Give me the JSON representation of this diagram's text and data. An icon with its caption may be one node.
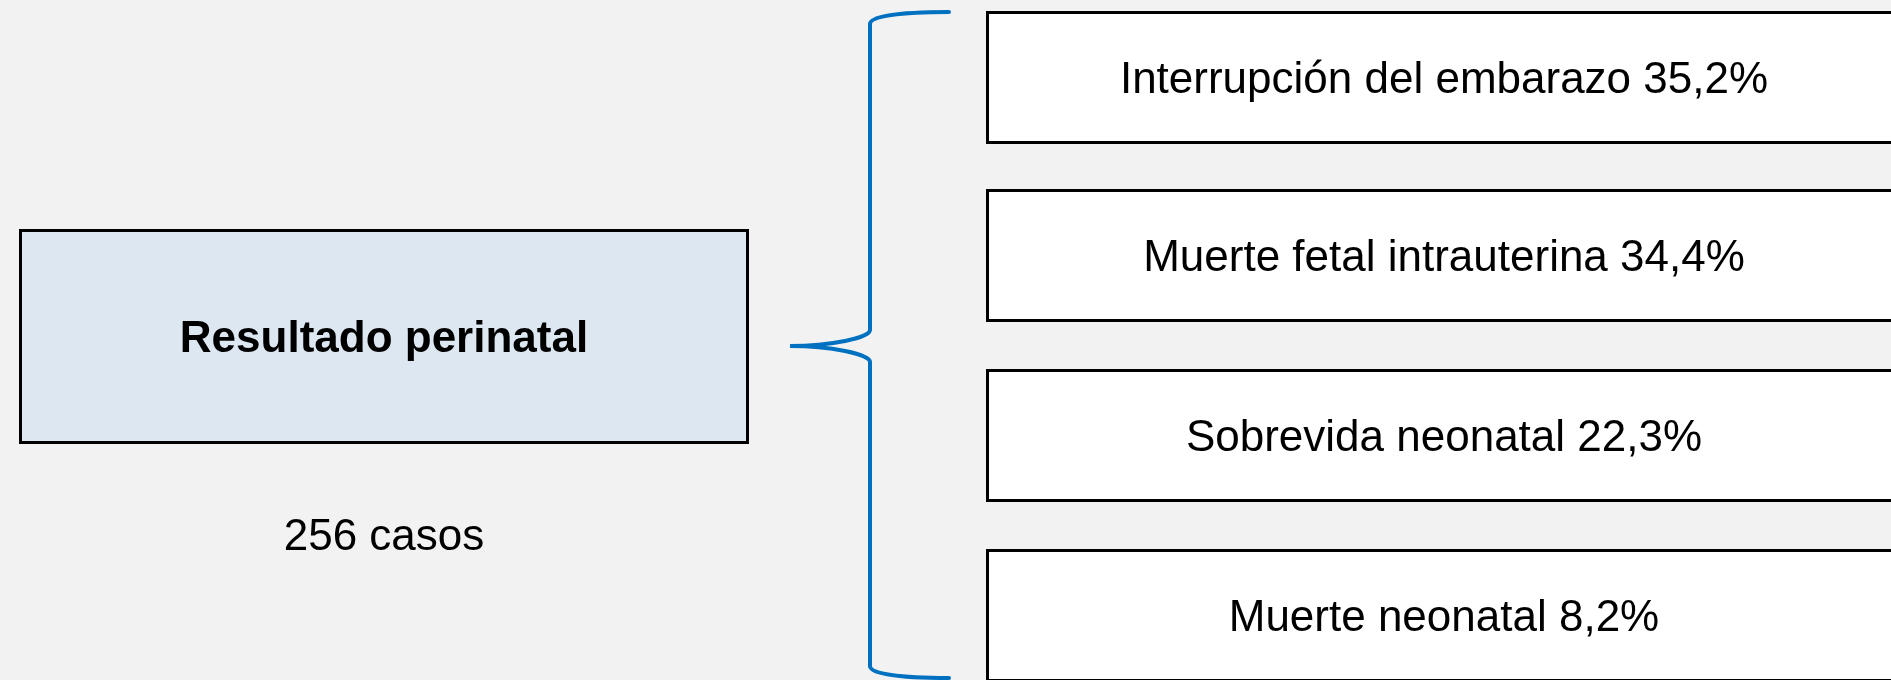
{
  "diagram": {
    "nodes": [
      {
        "text": [
          "Resultado perinatal"
        ],
        "beside": [
          "256 casos"
        ]
      },
      {
        "text": [
          "Interrupción del embarazo 35,2%"
        ]
      },
      {
        "text": [
          "Muerte fetal intrauterina 34,4%"
        ]
      },
      {
        "text": [
          "Sobrevida neonatal 22,3%"
        ]
      },
      {
        "text": [
          "Muerte neonatal 8,2%"
        ]
      }
    ]
  }
}
